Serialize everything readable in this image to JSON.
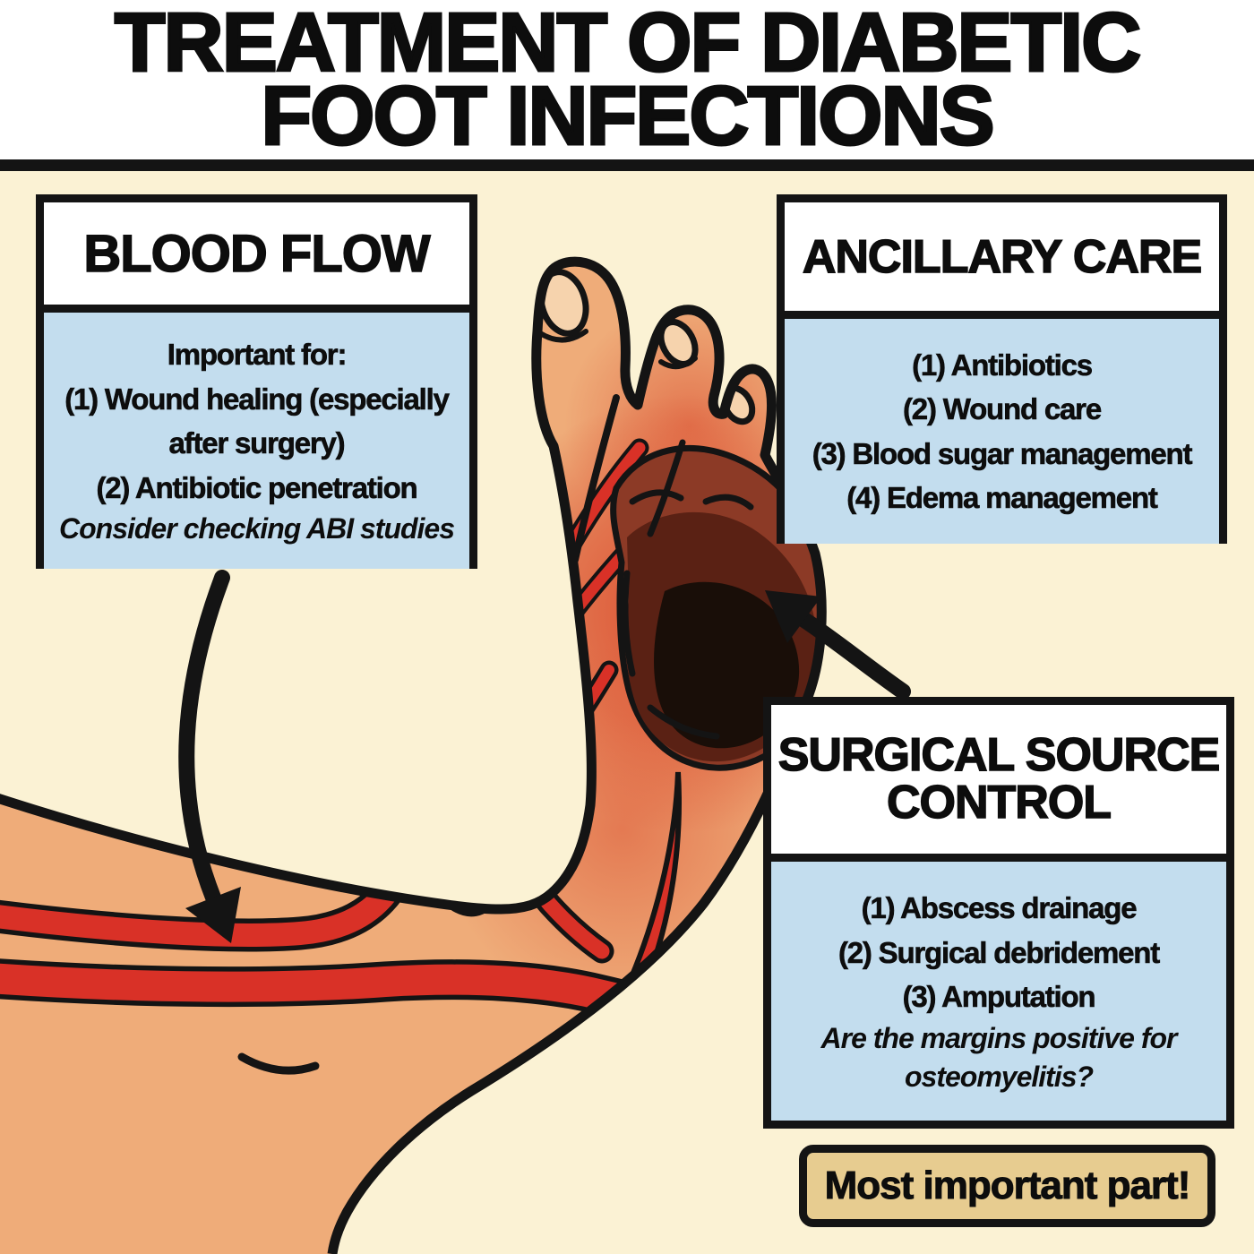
{
  "title": {
    "line1": "TREATMENT OF DIABETIC",
    "line2": "FOOT INFECTIONS"
  },
  "panels": {
    "blood_flow": {
      "heading": "BLOOD FLOW",
      "lines": [
        "Important for:",
        "(1) Wound healing (especially",
        "after surgery)",
        "(2) Antibiotic penetration"
      ],
      "note": "Consider checking ABI studies"
    },
    "ancillary_care": {
      "heading": "ANCILLARY CARE",
      "lines": [
        "(1) Antibiotics",
        "(2) Wound care",
        "(3) Blood sugar management",
        "(4) Edema management"
      ]
    },
    "surgical_source_control": {
      "heading": "SURGICAL SOURCE CONTROL",
      "lines": [
        "(1) Abscess drainage",
        "(2) Surgical debridement",
        "(3) Amputation"
      ],
      "note": "Are the margins positive for osteomyelitis?"
    }
  },
  "badge": {
    "label": "Most important part!"
  },
  "illustration": {
    "description": "Cartoon foot pointing toes upward with red arterial supply running from the leg to the toes and a dark necrotic infected area over the lateral toes",
    "elements": [
      "foot",
      "arteries",
      "malleolus-highlight",
      "necrotic-area",
      "toenails",
      "arrow-to-artery",
      "arrow-to-necrosis"
    ]
  },
  "colors": {
    "background": "#fbf2d4",
    "header_background": "#ffffff",
    "panel_blue": "#c3ddee",
    "outline_black": "#141414",
    "skin": "#efac79",
    "skin_light": "#f3c89e",
    "artery_red": "#d93127",
    "inflammation_red": "#d8472b",
    "necrosis_outer": "#8c3a26",
    "necrosis_mid": "#5a2114",
    "necrosis_core": "#190e08",
    "badge_gold": "#e7cc90"
  }
}
